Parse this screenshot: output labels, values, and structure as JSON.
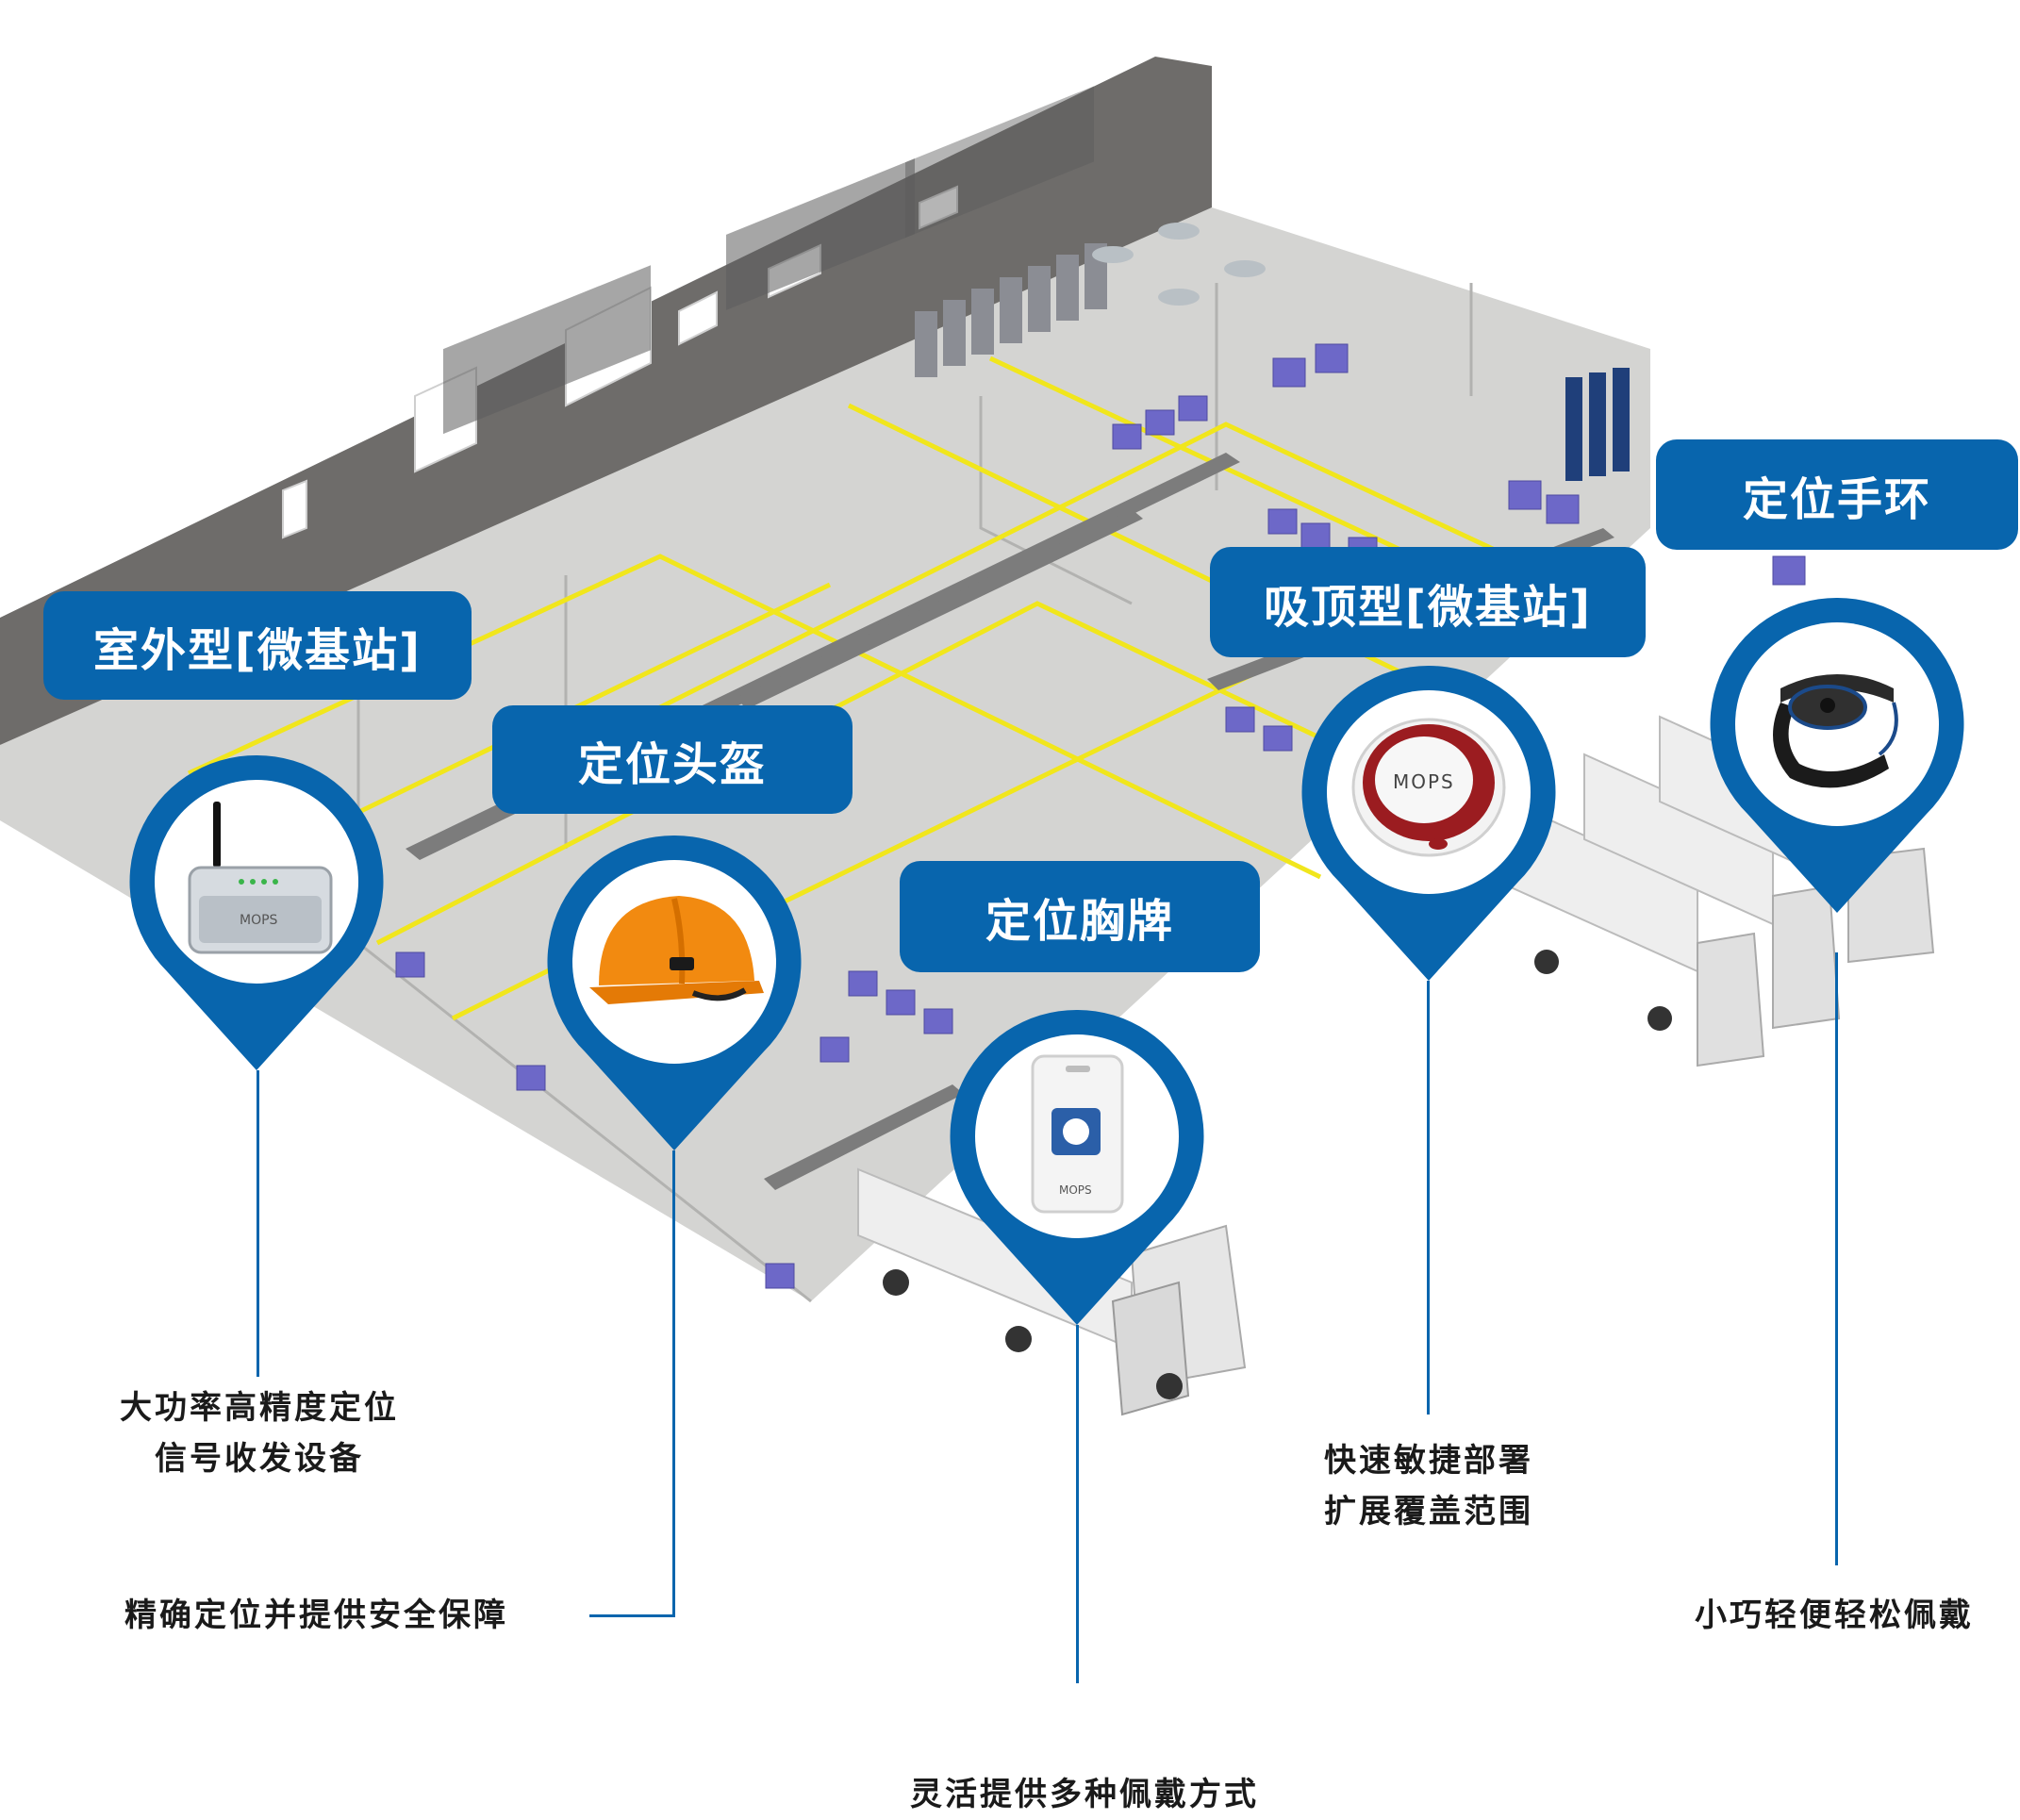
{
  "labels": {
    "outdoor_station": "室外型[微基站]",
    "helmet": "定位头盔",
    "badge": "定位胸牌",
    "ceiling_station": "吸顶型[微基站]",
    "wristband": "定位手环"
  },
  "descriptions": {
    "outdoor_station": [
      "大功率高精度定位",
      "信号收发设备"
    ],
    "helmet": "精确定位并提供安全保障",
    "badge": "灵活提供多种佩戴方式",
    "ceiling_station": [
      "快速敏捷部署",
      "扩展覆盖范围"
    ],
    "wristband": "小巧轻便轻松佩戴"
  },
  "device_text": {
    "brand": "MOPS"
  },
  "colors": {
    "accent_blue": "#0865ad",
    "floor": "#d4d4d2",
    "wall": "#6e6c6a",
    "yellow_line": "#f1e61c",
    "box_purple": "#6d68c8",
    "helmet_orange": "#f28a10",
    "station_red": "#9b1c20"
  },
  "icons": [
    "router-icon",
    "helmet-icon",
    "badge-icon",
    "ceiling-station-icon",
    "wristband-icon"
  ]
}
